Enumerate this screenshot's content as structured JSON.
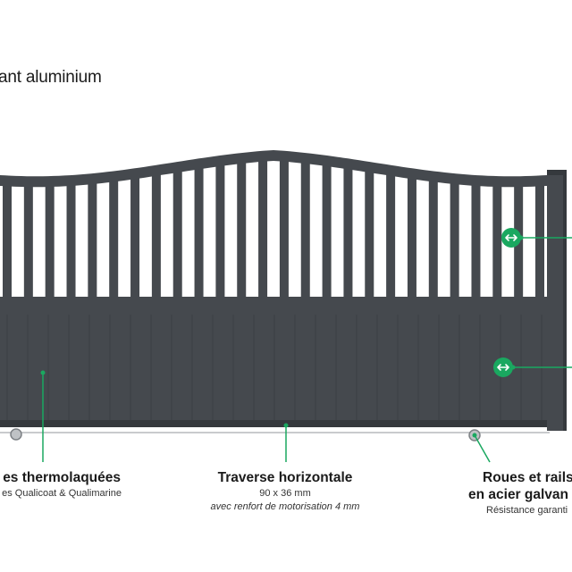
{
  "title": "ant aluminium",
  "colors": {
    "gate": "#45494e",
    "gate_dark": "#35393d",
    "marker": "#1aa860",
    "leader": "#1aa860"
  },
  "callouts": [
    {
      "title": "es thermolaquées",
      "sub": "es Qualicoat & Qualimarine"
    },
    {
      "title": "Traverse horizontale",
      "sub": "90 x 36 mm",
      "note": "avec renfort de motorisation 4 mm"
    },
    {
      "title": "Roues et rails",
      "title2": "en acier galvan",
      "sub": "Résistance garanti"
    }
  ],
  "markers": [
    {
      "name": "arrows-marker-top",
      "icon": "double-arrow-icon"
    },
    {
      "name": "arrows-marker-bottom",
      "icon": "double-arrow-icon"
    }
  ]
}
